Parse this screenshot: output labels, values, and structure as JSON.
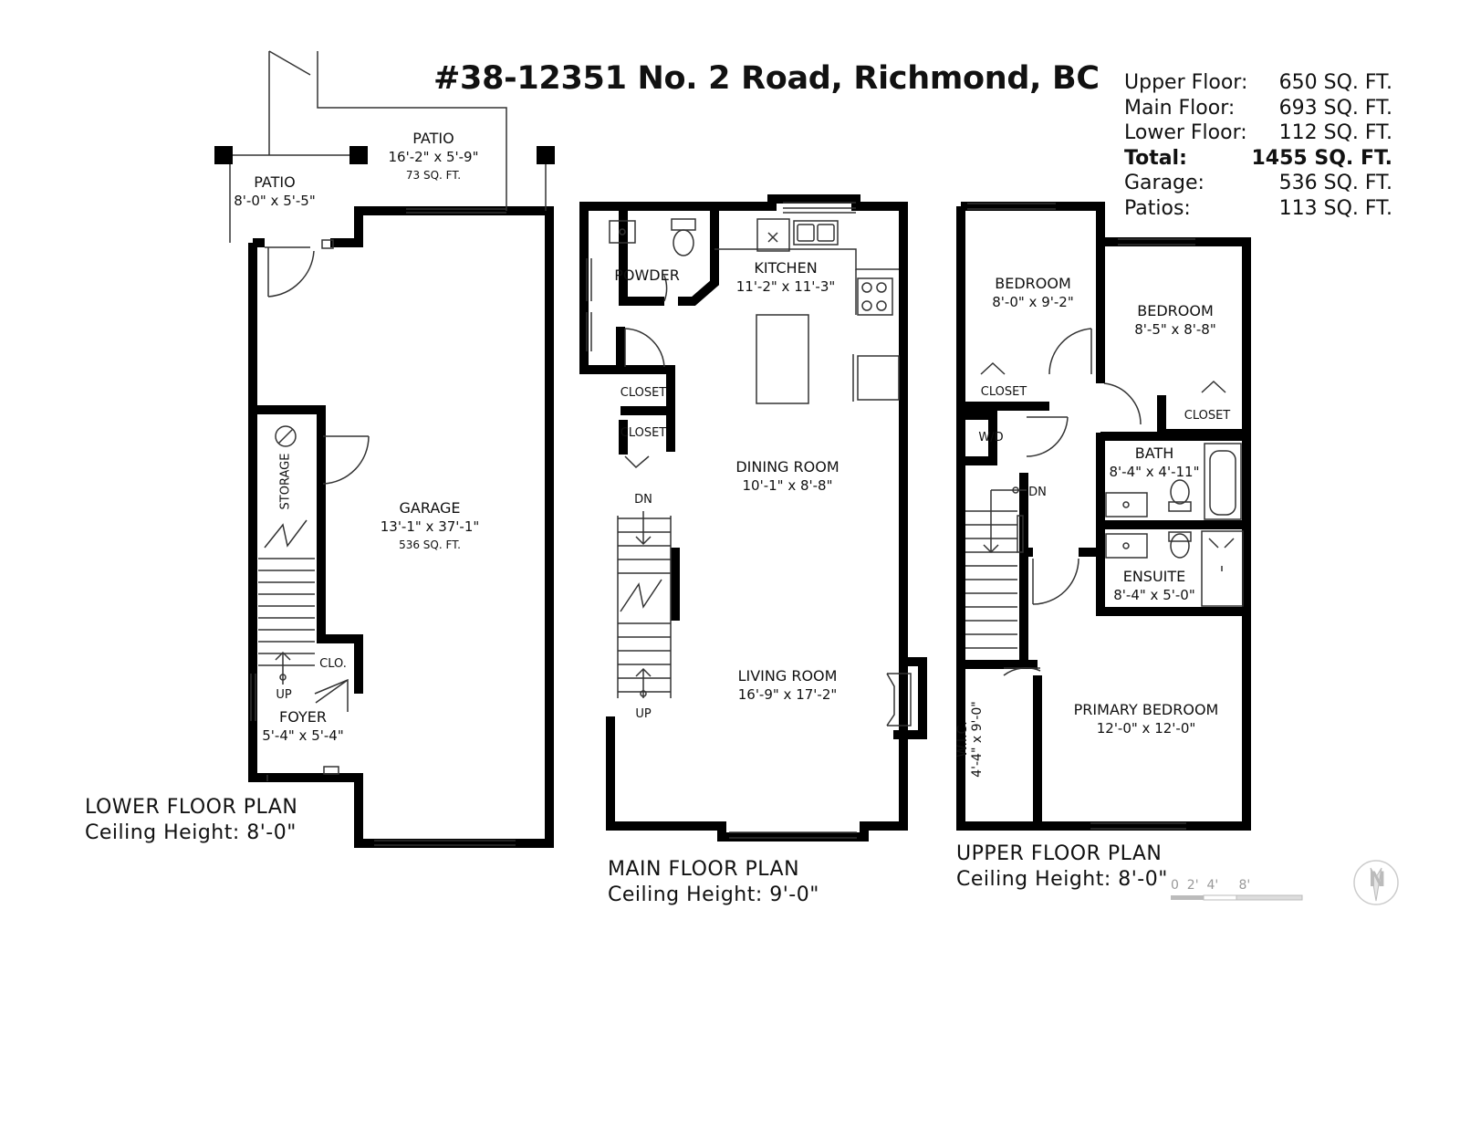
{
  "title": "#38-12351 No. 2 Road, Richmond, BC",
  "areas": [
    {
      "label": "Upper Floor:",
      "value": "650 SQ. FT.",
      "bold": false
    },
    {
      "label": "Main Floor:",
      "value": "693 SQ. FT.",
      "bold": false
    },
    {
      "label": "Lower Floor:",
      "value": "112 SQ. FT.",
      "bold": false
    },
    {
      "label": "Total:",
      "value": "1455 SQ. FT.",
      "bold": true
    },
    {
      "label": "Garage:",
      "value": "536 SQ. FT.",
      "bold": false
    },
    {
      "label": "Patios:",
      "value": "113 SQ. FT.",
      "bold": false
    }
  ],
  "floors": {
    "lower": {
      "name": "LOWER FLOOR PLAN",
      "ceiling": "Ceiling Height: 8'-0\"",
      "rooms": {
        "patio_left": {
          "name": "PATIO",
          "dim": "8'-0\" x 5'-5\""
        },
        "patio_right": {
          "name": "PATIO",
          "dim": "16'-2\" x 5'-9\"",
          "area": "73 SQ. FT."
        },
        "garage": {
          "name": "GARAGE",
          "dim": "13'-1\" x 37'-1\"",
          "area": "536 SQ. FT."
        },
        "storage": {
          "name": "STORAGE"
        },
        "clo": {
          "name": "CLO."
        },
        "foyer": {
          "name": "FOYER",
          "dim": "5'-4\" x 5'-4\""
        },
        "up": "UP"
      }
    },
    "main": {
      "name": "MAIN FLOOR PLAN",
      "ceiling": "Ceiling Height: 9'-0\"",
      "rooms": {
        "powder": {
          "name": "POWDER"
        },
        "kitchen": {
          "name": "KITCHEN",
          "dim": "11'-2\" x 11'-3\""
        },
        "closet1": {
          "name": "CLOSET"
        },
        "closet2": {
          "name": "CLOSET"
        },
        "dining": {
          "name": "DINING ROOM",
          "dim": "10'-1\" x 8'-8\""
        },
        "living": {
          "name": "LIVING ROOM",
          "dim": "16'-9\" x 17'-2\""
        },
        "dn": "DN",
        "up": "UP"
      }
    },
    "upper": {
      "name": "UPPER FLOOR PLAN",
      "ceiling": "Ceiling Height: 8'-0\"",
      "rooms": {
        "bedroom1": {
          "name": "BEDROOM",
          "dim": "8'-0\" x 9'-2\""
        },
        "bedroom2": {
          "name": "BEDROOM",
          "dim": "8'-5\" x 8'-8\""
        },
        "closet1": {
          "name": "CLOSET"
        },
        "closet2": {
          "name": "CLOSET"
        },
        "wd": {
          "name": "W/D"
        },
        "bath": {
          "name": "BATH",
          "dim": "8'-4\" x 4'-11\""
        },
        "ensuite": {
          "name": "ENSUITE",
          "dim": "8'-4\" x 5'-0\""
        },
        "primary": {
          "name": "PRIMARY BEDROOM",
          "dim": "12'-0\" x 12'-0\""
        },
        "wic": {
          "name": "W.I.C.",
          "dim": "4'-4\" x 9'-0\""
        },
        "dn": "DN"
      }
    }
  },
  "scale_labels": "0  2'  4'     8'",
  "compass_letter": "N"
}
